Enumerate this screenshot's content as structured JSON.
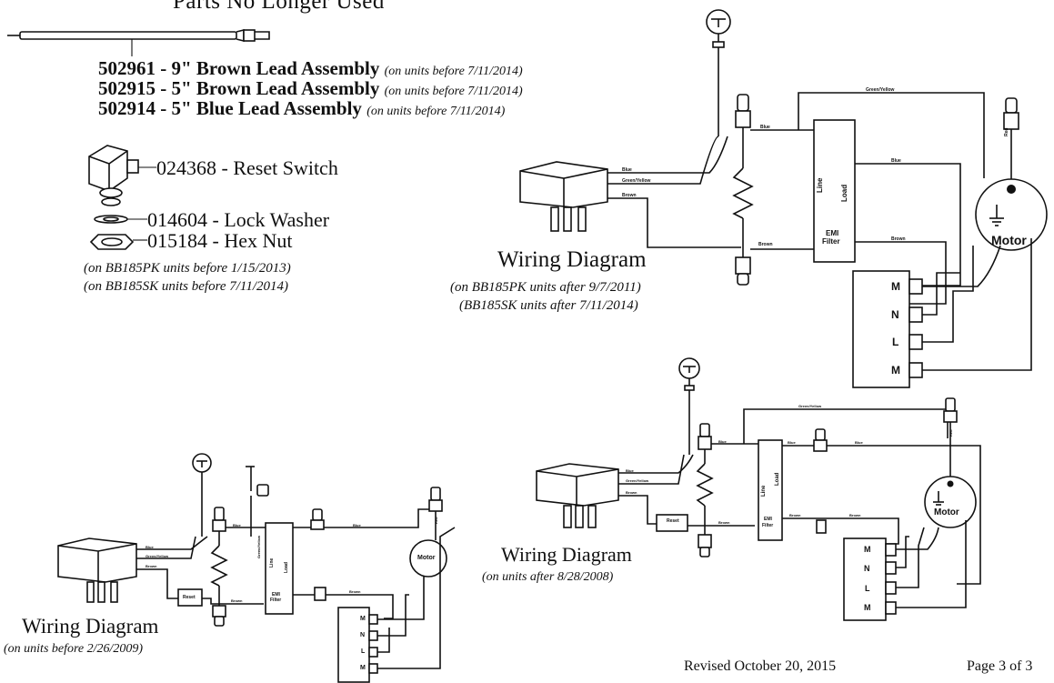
{
  "header": {
    "title": "Parts No Longer Used"
  },
  "parts": [
    {
      "number": "502961",
      "desc": " - 9\" Brown Lead Assembly ",
      "note": "(on units before 7/11/2014)"
    },
    {
      "number": "502915",
      "desc": " - 5\" Brown Lead Assembly ",
      "note": "(on units before 7/11/2014)"
    },
    {
      "number": "502914",
      "desc": " - 5\" Blue Lead Assembly ",
      "note": "(on units before 7/11/2014)"
    }
  ],
  "components": {
    "reset_switch": "024368 - Reset Switch",
    "lock_washer": "014604 - Lock Washer",
    "hex_nut": "015184 - Hex Nut",
    "note1": "(on BB185PK units before 1/15/2013)",
    "note2": "(on BB185SK units before 7/11/2014)"
  },
  "diagram_a": {
    "title": "Wiring Diagram",
    "note1": "(on BB185PK units after 9/7/2011)",
    "note2": "(BB185SK units after 7/11/2014)",
    "wires": {
      "blue": "Blue",
      "green_yellow": "Green/Yellow",
      "brown": "Brown",
      "red": "Red"
    },
    "filter": {
      "line": "Line",
      "load": "Load",
      "emi1": "EMI",
      "emi2": "Filter"
    },
    "motor": "Motor",
    "terminals": [
      "M",
      "N",
      "L",
      "M"
    ]
  },
  "diagram_b": {
    "title": "Wiring Diagram",
    "note": "(on units before 2/26/2009)",
    "wires": {
      "blue": "Blue",
      "green_yellow": "Green/Yellow",
      "brown": "Brown",
      "red": "Red"
    },
    "filter": {
      "line": "Line",
      "load": "Load",
      "emi1": "EMI",
      "emi2": "Filter"
    },
    "reset": "Reset",
    "motor": "Motor",
    "terminals": [
      "M",
      "N",
      "L",
      "M"
    ]
  },
  "diagram_c": {
    "title": "Wiring Diagram",
    "note": "(on units after 8/28/2008)",
    "wires": {
      "blue": "Blue",
      "green_yellow": "Green/Yellow",
      "brown": "Brown",
      "red": "Red"
    },
    "filter": {
      "line": "Line",
      "load": "Load",
      "emi1": "EMI",
      "emi2": "Filter"
    },
    "reset": "Reset",
    "motor": "Motor",
    "terminals": [
      "M",
      "N",
      "L",
      "M"
    ]
  },
  "footer": {
    "revised": "Revised October 20, 2015",
    "page": "Page 3 of 3"
  }
}
